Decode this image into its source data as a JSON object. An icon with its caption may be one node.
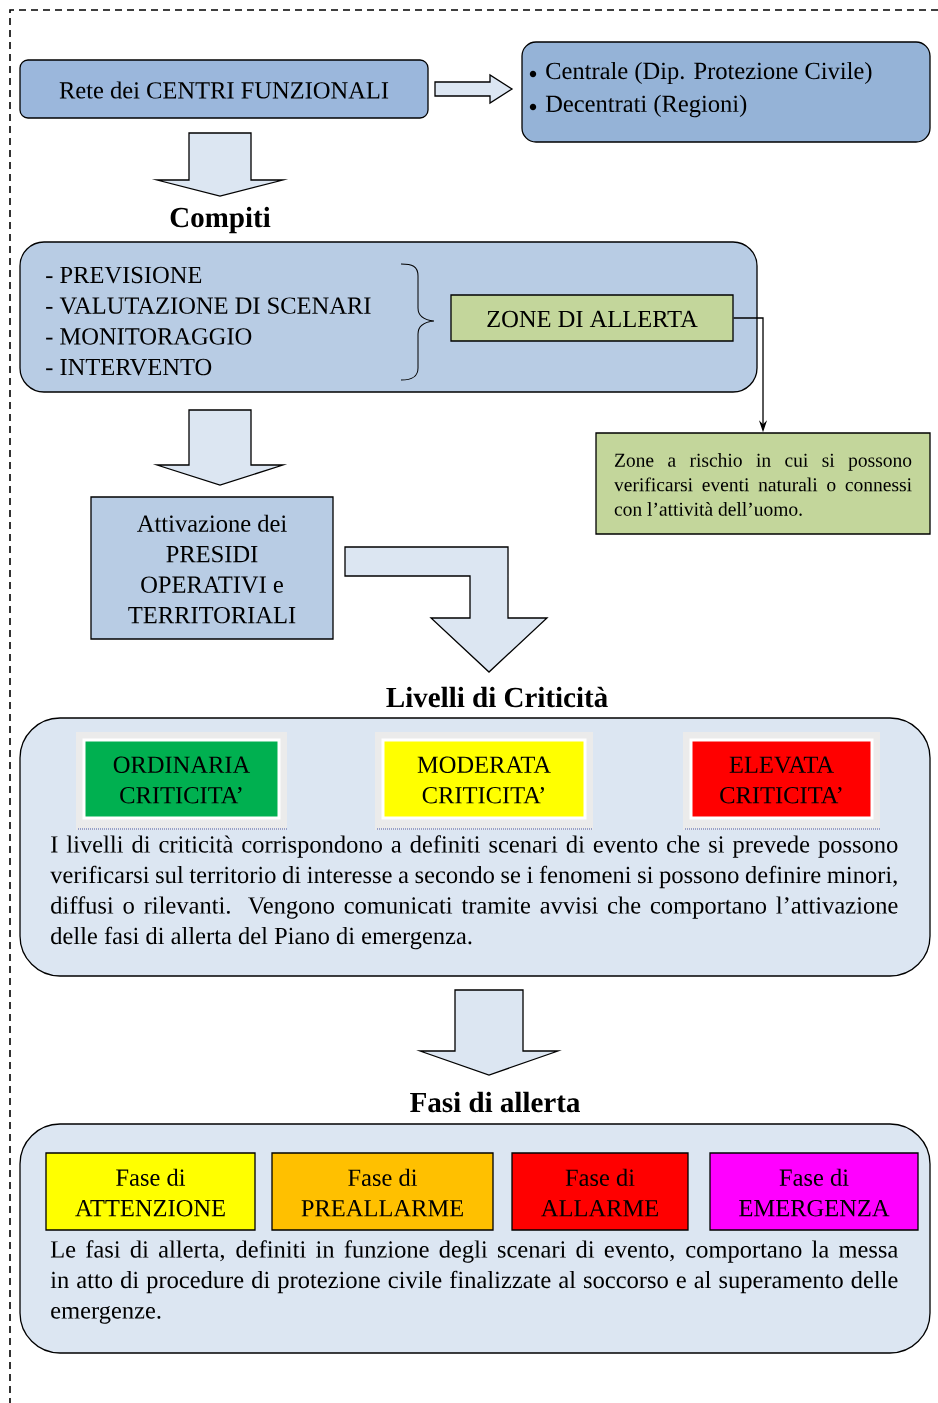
{
  "diagram": {
    "nodes": [
      {
        "text": [
          "Rete dei CENTRI FUNZIONALI"
        ]
      },
      {
        "text": [
          "Centrale (Dip. Protezione Civile)",
          "Decentrati (Regioni)"
        ]
      },
      {
        "text": [
          "Compiti",
          "- PREVISIONE",
          "- VALUTAZIONE DI SCENARI",
          "- MONITORAGGIO",
          "- INTERVENTO"
        ]
      },
      {
        "text": [
          "ZONE DI ALLERTA"
        ],
        "in": 2
      },
      {
        "text": [
          "Zone a rischio in cui si possono verificarsi eventi naturali o connessi con l’attività dell’uomo."
        ]
      },
      {
        "text": [
          "Attivazione dei PRESIDI OPERATIVI e TERRITORIALI"
        ]
      },
      {
        "text": [
          "Livelli di Criticità",
          "I livelli di criticità corrispondono a definiti scenari di evento che si prevede possono verificarsi sul territorio di interesse a secondo se i fenomeni si possono definire minori, diffusi o rilevanti. Vengono comunicati tramite avvisi che comportano l’attivazione delle fasi di allerta del Piano di emergenza."
        ]
      },
      {
        "text": [
          "ORDINARIA CRITICITA’"
        ],
        "in": 6
      },
      {
        "text": [
          "MODERATA CRITICITA’"
        ],
        "in": 6
      },
      {
        "text": [
          "ELEVATA CRITICITA’"
        ],
        "in": 6
      },
      {
        "text": [
          "Fasi di allerta",
          "Le fasi di allerta, definiti in funzione degli scenari di evento, comportano la messa in atto di procedure di protezione civile finalizzate al soccorso e al superamento delle emergenze."
        ]
      },
      {
        "text": [
          "Fase di ATTENZIONE"
        ],
        "in": 10
      },
      {
        "text": [
          "Fase di PREALLARME"
        ],
        "in": 10
      },
      {
        "text": [
          "Fase di ALLARME"
        ],
        "in": 10
      },
      {
        "text": [
          "Fase di EMERGENZA"
        ],
        "in": 10
      }
    ],
    "edges": [
      {
        "from": 0,
        "to": 1,
        "arrow": "to",
        "style": "thick"
      },
      {
        "from": 0,
        "to": 2,
        "arrow": "to",
        "style": "thick"
      },
      {
        "from": 3,
        "to": 4,
        "arrow": "to"
      },
      {
        "from": 2,
        "to": 5,
        "arrow": "to",
        "style": "thick"
      },
      {
        "from": 5,
        "to": 6,
        "arrow": "to",
        "style": "thick"
      },
      {
        "from": 6,
        "to": 10,
        "arrow": "to",
        "style": "thick"
      }
    ]
  }
}
